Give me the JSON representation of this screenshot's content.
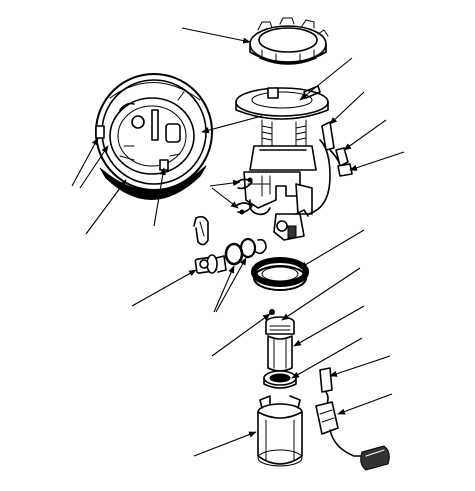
{
  "diagram": {
    "stroke_color": "#000000",
    "background_color": "#ffffff",
    "parts": [
      {
        "id": "lock-ring"
      },
      {
        "id": "fuel-pump-mount-cover"
      },
      {
        "id": "cover-detail-inset"
      },
      {
        "id": "pump-holder-assembly"
      },
      {
        "id": "connector-upper"
      },
      {
        "id": "connector-lower"
      },
      {
        "id": "hose-clips"
      },
      {
        "id": "fuel-line-clip"
      },
      {
        "id": "pressure-regulator"
      },
      {
        "id": "o-rings"
      },
      {
        "id": "base-gasket"
      },
      {
        "id": "fuel-pump-clip"
      },
      {
        "id": "fuel-pump"
      },
      {
        "id": "fuel-pump-rubber-mount"
      },
      {
        "id": "fuel-gauge-connector"
      },
      {
        "id": "fuel-level-sender"
      },
      {
        "id": "float"
      },
      {
        "id": "fuel-strainer"
      }
    ]
  }
}
